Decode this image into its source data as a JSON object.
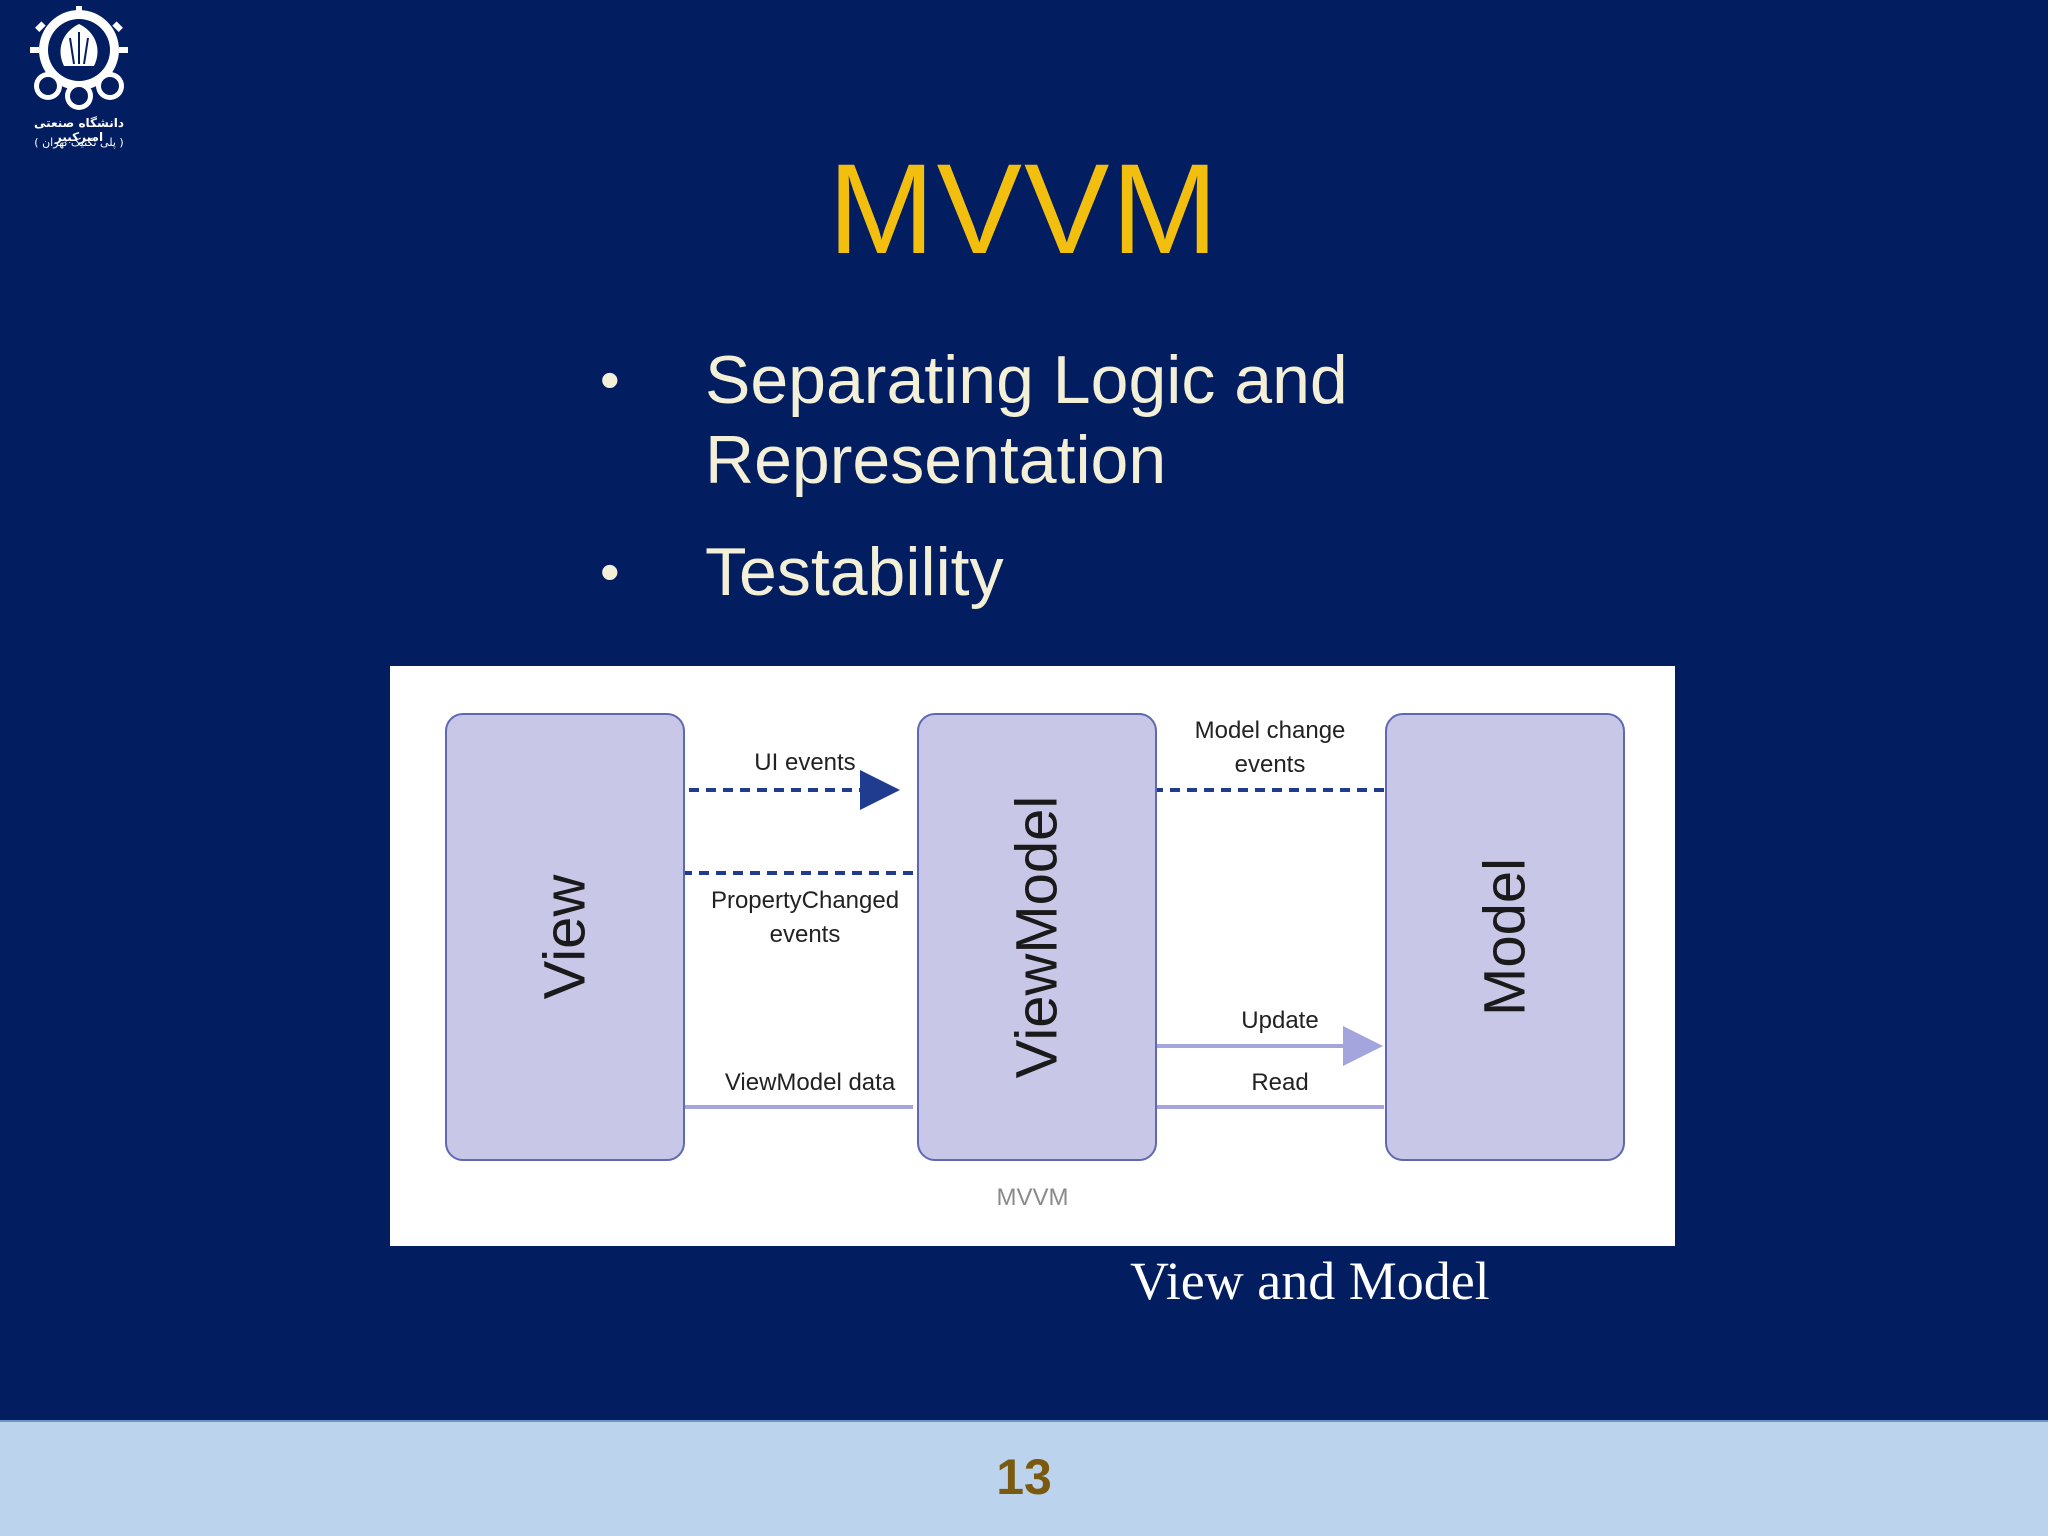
{
  "logo": {
    "icon": "university-emblem-icon",
    "line1": "دانشگاه صنعتی امیرکبیر",
    "line2": "( پلی تکنیک تهران )"
  },
  "slide": {
    "title": "MVVM",
    "bullets": [
      "Separating Logic and Representation",
      "Testability"
    ],
    "bullet_glyph": "•"
  },
  "diagram": {
    "boxes": {
      "view": "View",
      "viewmodel": "ViewModel",
      "model": "Model"
    },
    "edges": {
      "ui_events": "UI events",
      "property_changed": "PropertyChanged\nevents",
      "viewmodel_data": "ViewModel data",
      "model_change": "Model change\nevents",
      "update": "Update",
      "read": "Read"
    },
    "caption": "MVVM",
    "colors": {
      "box_fill": "#c8c7e7",
      "box_border": "#5e68b3",
      "dashed_arrow": "#1f3c8f",
      "solid_arrow": "#a3a5dc"
    }
  },
  "subcaption": "View and Model",
  "footer": {
    "page_number": "13"
  }
}
